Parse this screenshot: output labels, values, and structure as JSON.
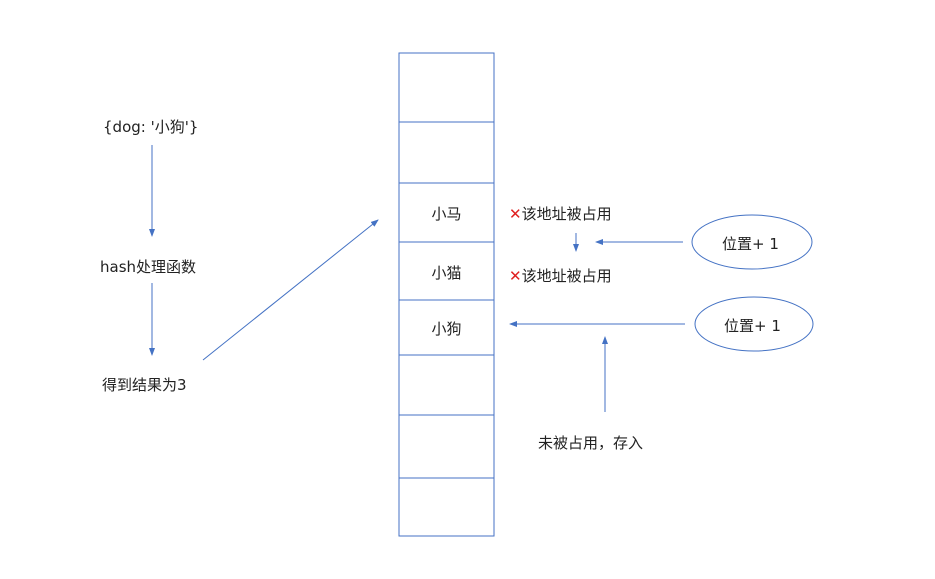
{
  "left_flow": {
    "input": "{dog: '小狗'}",
    "hash": "hash处理函数",
    "result": "得到结果为3"
  },
  "table_cells": [
    "",
    "",
    "小马",
    "小猫",
    "小狗",
    "",
    "",
    ""
  ],
  "occupied": [
    {
      "icon": "cross-icon",
      "mark": "✕",
      "text": "该地址被占用"
    },
    {
      "icon": "cross-icon",
      "mark": "✕",
      "text": "该地址被占用"
    }
  ],
  "ellipses": [
    "位置+ 1",
    "位置+ 1"
  ],
  "store_label": "未被占用，存入",
  "colors": {
    "line": "#4472c4",
    "cross": "#e02020"
  }
}
